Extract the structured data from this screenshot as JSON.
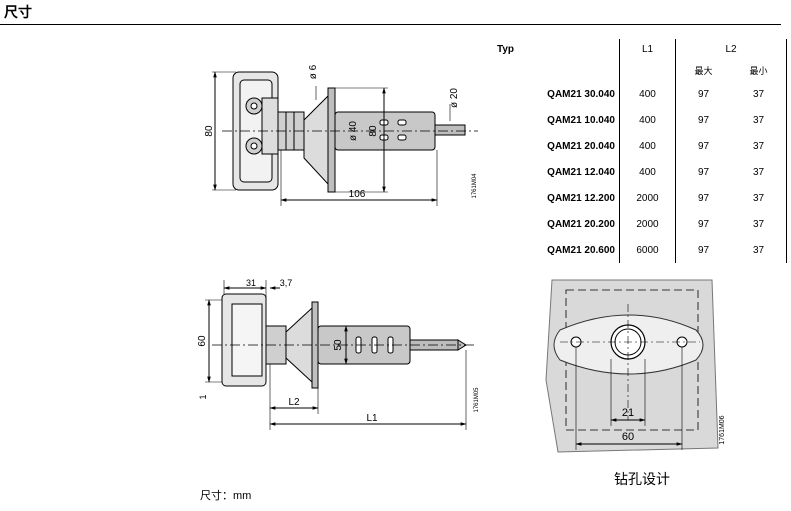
{
  "title": "尺寸",
  "units_note": "尺寸：mm",
  "drill_caption": "钻孔设计",
  "table": {
    "header": {
      "typ": "Typ",
      "l1": "L1",
      "l2": "L2"
    },
    "subheader": {
      "max": "最大",
      "min": "最小"
    },
    "rows": [
      {
        "type": "QAM21 30.040",
        "l1": "400",
        "l2_max": "97",
        "l2_min": "37"
      },
      {
        "type": "QAM21 10.040",
        "l1": "400",
        "l2_max": "97",
        "l2_min": "37"
      },
      {
        "type": "QAM21 20.040",
        "l1": "400",
        "l2_max": "97",
        "l2_min": "37"
      },
      {
        "type": "QAM21 12.040",
        "l1": "400",
        "l2_max": "97",
        "l2_min": "37"
      },
      {
        "type": "QAM21 12.200",
        "l1": "2000",
        "l2_max": "97",
        "l2_min": "37"
      },
      {
        "type": "QAM21 20.200",
        "l1": "2000",
        "l2_max": "97",
        "l2_min": "37"
      },
      {
        "type": "QAM21 20.600",
        "l1": "6000",
        "l2_max": "97",
        "l2_min": "37"
      }
    ]
  },
  "dims_top": {
    "d6": "ø 6",
    "d20": "ø 20",
    "d40": "ø 40",
    "h80a": "80",
    "h80b": "80",
    "l106": "106",
    "code": "1761M04"
  },
  "dims_side": {
    "w31": "31",
    "w37": "3,7",
    "h60": "60",
    "h50": "50",
    "one": "1",
    "l2": "L2",
    "l1": "L1",
    "code": "1761M05"
  },
  "dims_drill": {
    "w21": "21",
    "w60": "60",
    "code": "1761M06"
  }
}
